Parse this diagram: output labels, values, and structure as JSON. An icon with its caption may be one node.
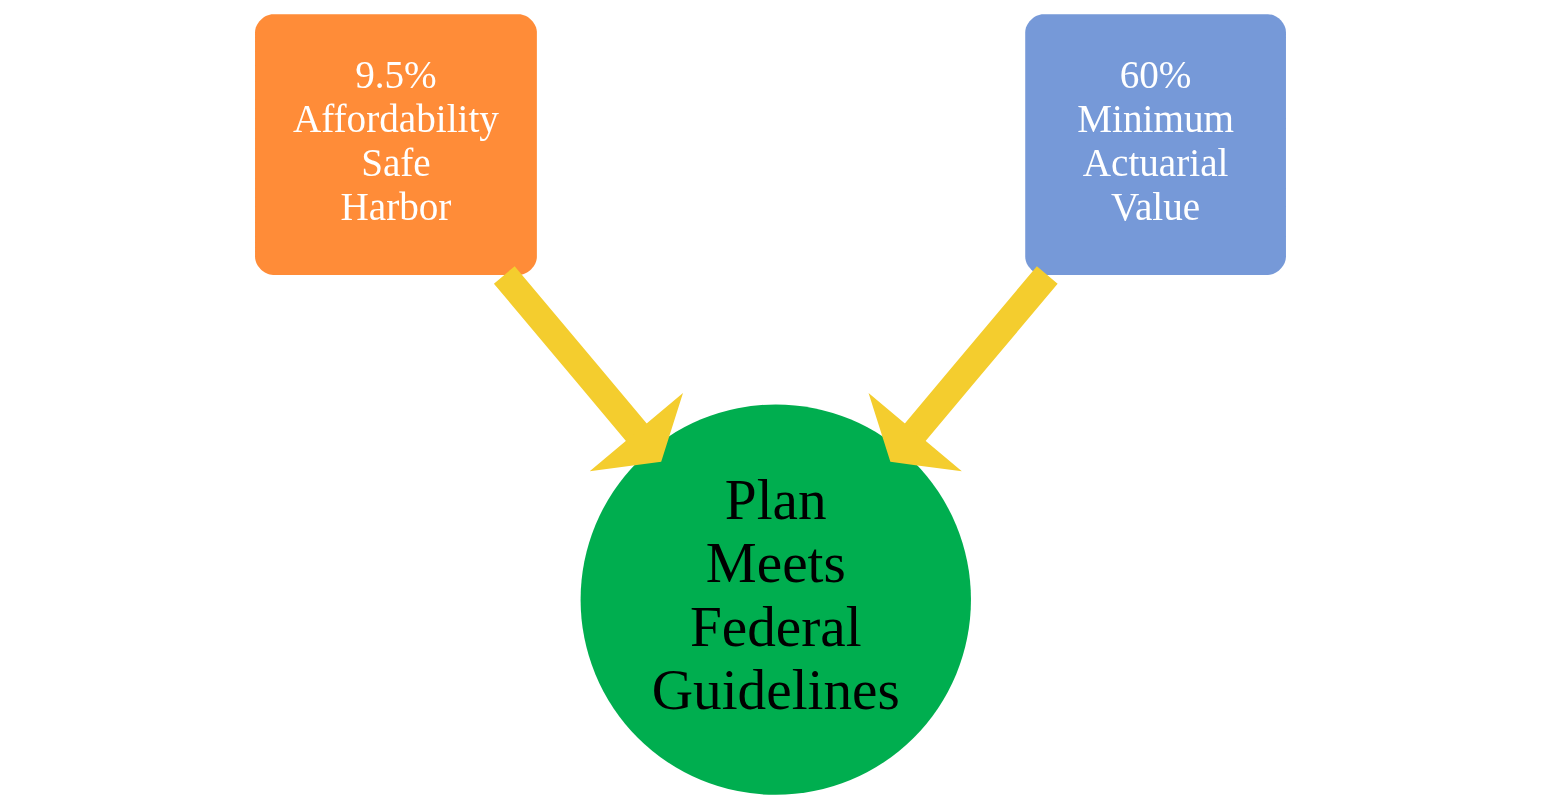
{
  "diagram": {
    "nodes": [
      {
        "text": [
          "9.5% Affordability",
          "Safe Harbor"
        ]
      },
      {
        "text": [
          "60% Minimum Actuarial Value"
        ]
      },
      {
        "text": [
          "Plan Meets Federal Guidelines"
        ]
      }
    ],
    "edges": [
      {
        "from": 0,
        "to": 2,
        "arrow": "to"
      },
      {
        "from": 1,
        "to": 2,
        "arrow": "to"
      }
    ]
  }
}
